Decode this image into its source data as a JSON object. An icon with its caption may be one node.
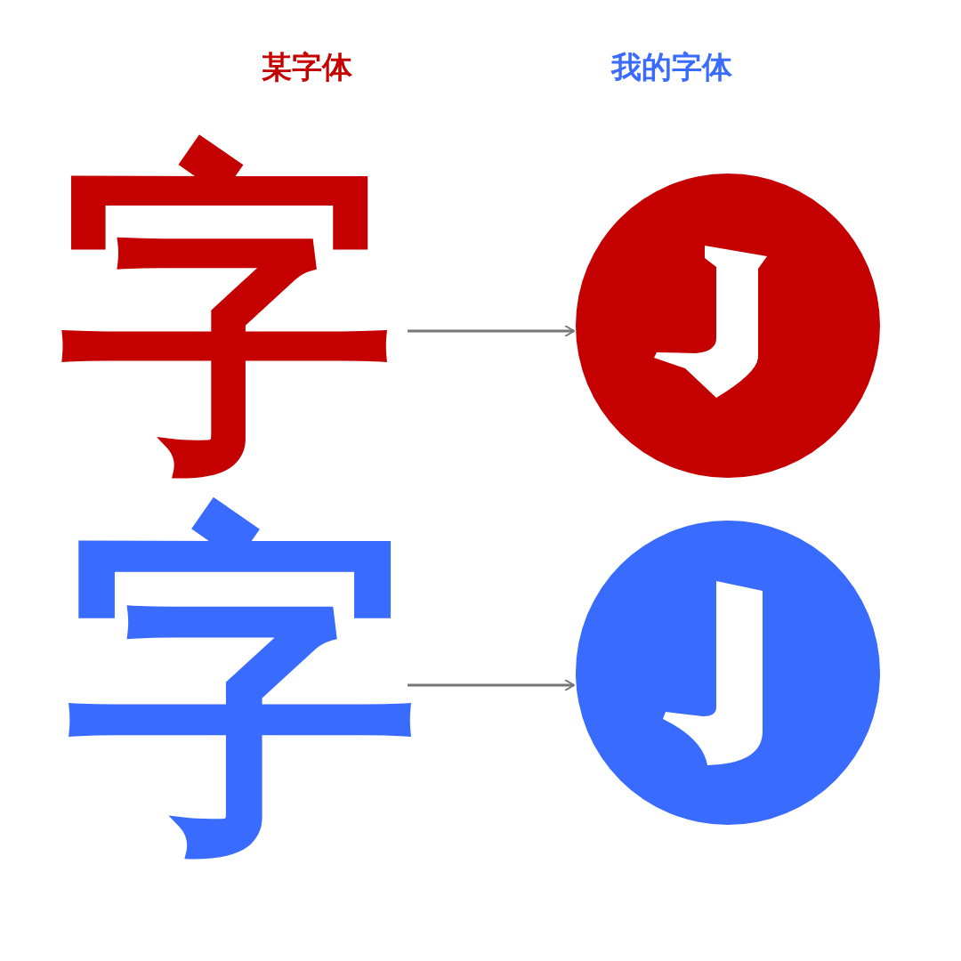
{
  "diagram": {
    "nodes": [
      {
        "text": [
          "字"
        ]
      },
      {
        "text": [],
        "shape": "circle"
      },
      {
        "text": [
          "字"
        ]
      },
      {
        "text": [],
        "shape": "circle"
      }
    ],
    "edges": [
      {
        "from": 0,
        "to": 1,
        "arrow": "to"
      },
      {
        "from": 2,
        "to": 3,
        "arrow": "to"
      }
    ],
    "labels": [
      "某字体",
      "我的字体"
    ]
  }
}
